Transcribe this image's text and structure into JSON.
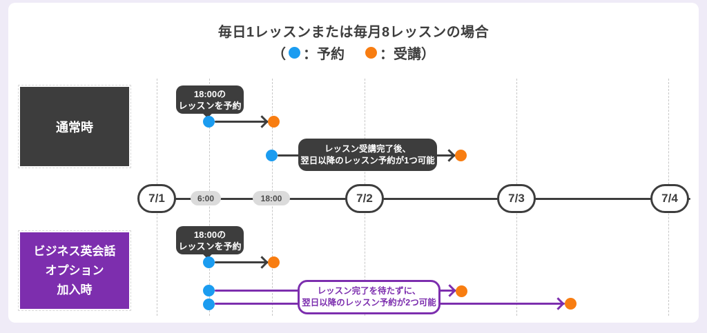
{
  "title": "毎日1レッスンまたは毎月8レッスンの場合",
  "legend": {
    "prefix": "（",
    "reserve_label": "：予約",
    "attend_label": "：受講）",
    "reserve_color": "#1B9CF0",
    "attend_color": "#F87D11"
  },
  "left_labels": {
    "normal": "通常時",
    "business_line1": "ビジネス英会話",
    "business_line2": "オプション",
    "business_line3": "加入時"
  },
  "timeline": {
    "dates": [
      "7/1",
      "7/2",
      "7/3",
      "7/4"
    ],
    "times": [
      "6:00",
      "18:00"
    ]
  },
  "callouts": {
    "reserve_top": {
      "line1": "18:00の",
      "line2": "レッスンを予約"
    },
    "after_lesson": {
      "line1": "レッスン受講完了後、",
      "line2": "翌日以降のレッスン予約が1つ可能"
    },
    "reserve_bottom": {
      "line1": "18:00の",
      "line2": "レッスンを予約"
    },
    "no_wait": {
      "line1": "レッスン完了を待たずに、",
      "line2": "翌日以降のレッスン予約が2つ可能"
    }
  },
  "colors": {
    "dark": "#3D3D3D",
    "purple": "#7C2EAE",
    "blue": "#1B9CF0",
    "orange": "#F87D11",
    "background": "#EFEBF7",
    "pill_gray": "#DBDBDB"
  }
}
